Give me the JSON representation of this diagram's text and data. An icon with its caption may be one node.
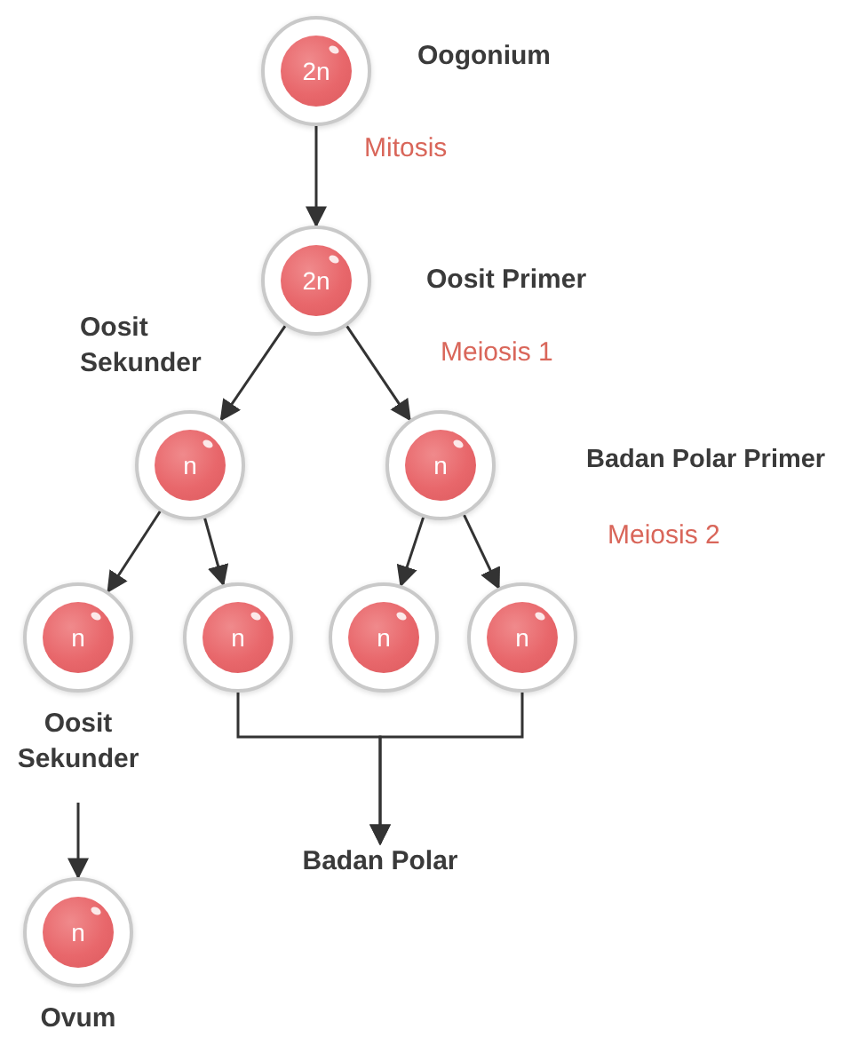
{
  "diagram": {
    "nodes": [
      {
        "text": [
          "2n"
        ],
        "beside": [
          "Oogonium"
        ]
      },
      {
        "text": [
          "2n"
        ],
        "beside": [
          "Oosit Primer"
        ]
      },
      {
        "text": [
          "n"
        ],
        "beside": [
          "Oosit Sekunder"
        ]
      },
      {
        "text": [
          "n"
        ],
        "beside": [
          "Badan Polar Primer"
        ]
      },
      {
        "text": [
          "n"
        ],
        "beside": [
          "Oosit Sekunder"
        ]
      },
      {
        "text": [
          "n"
        ]
      },
      {
        "text": [
          "n"
        ]
      },
      {
        "text": [
          "n"
        ]
      },
      {
        "text": [
          "Badan Polar"
        ]
      },
      {
        "text": [
          "n"
        ],
        "beside": [
          "Ovum"
        ]
      }
    ],
    "edges": [
      {
        "from": 0,
        "to": 1,
        "arrow": "to",
        "label": "Mitosis"
      },
      {
        "from": 1,
        "to": 2,
        "arrow": "to"
      },
      {
        "from": 1,
        "to": 3,
        "arrow": "to"
      },
      {
        "from": 2,
        "to": 4,
        "arrow": "to"
      },
      {
        "from": 2,
        "to": 5,
        "arrow": "to"
      },
      {
        "from": 3,
        "to": 6,
        "arrow": "to"
      },
      {
        "from": 3,
        "to": 7,
        "arrow": "to"
      },
      {
        "from": 5,
        "to": 8,
        "arrow": "to"
      },
      {
        "from": 7,
        "to": 8,
        "arrow": "to"
      },
      {
        "from": 4,
        "to": 9,
        "arrow": "to"
      }
    ],
    "labels": [
      "Meiosis 1",
      "Meiosis 2"
    ]
  }
}
